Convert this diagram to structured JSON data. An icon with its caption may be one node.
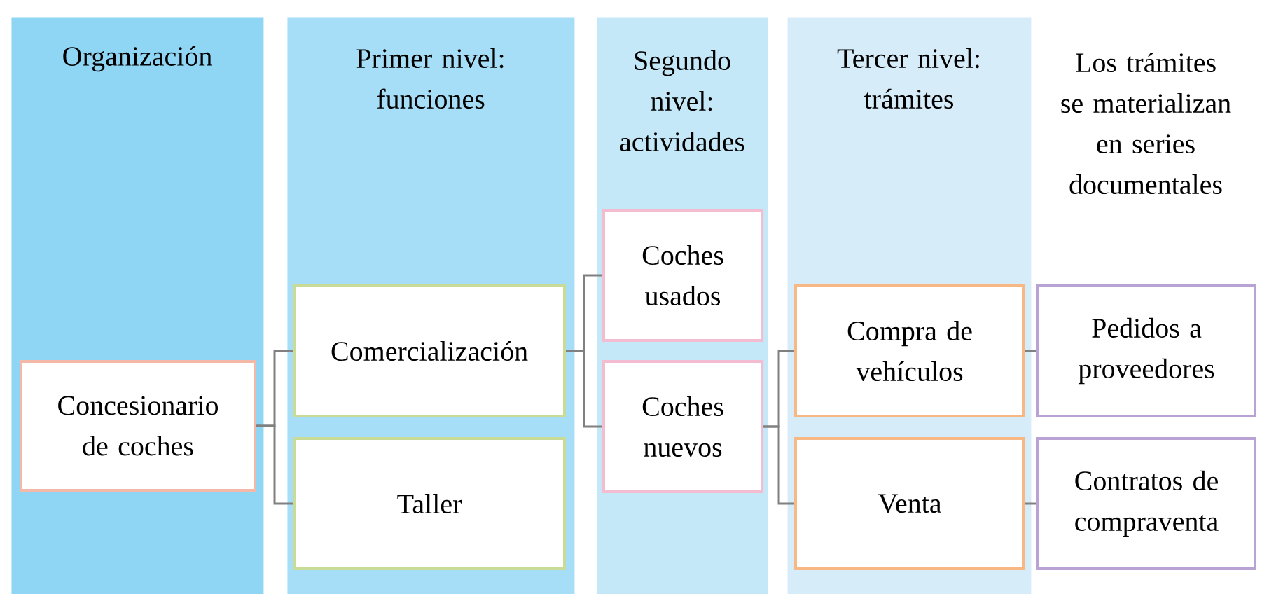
{
  "diagram": {
    "nodes": [
      {
        "text": [
          "Organización"
        ]
      },
      {
        "text": [
          "Primer nivel: funciones"
        ]
      },
      {
        "text": [
          "Segundo nivel: actividades"
        ]
      },
      {
        "text": [
          "Tercer nivel: trámites"
        ]
      },
      {
        "text": [
          "Concesionario de coches"
        ],
        "in": 0
      },
      {
        "text": [
          "Comercialización"
        ],
        "in": 1
      },
      {
        "text": [
          "Taller"
        ],
        "in": 1
      },
      {
        "text": [
          "Coches usados"
        ],
        "in": 2
      },
      {
        "text": [
          "Coches nuevos"
        ],
        "in": 2
      },
      {
        "text": [
          "Compra de vehículos"
        ],
        "in": 3
      },
      {
        "text": [
          "Venta"
        ],
        "in": 3
      },
      {
        "text": [
          "Pedidos a proveedores"
        ]
      },
      {
        "text": [
          "Contratos de compraventa"
        ]
      }
    ],
    "edges": [
      {
        "from": 4,
        "to": 5,
        "arrow": "none"
      },
      {
        "from": 4,
        "to": 6,
        "arrow": "none"
      },
      {
        "from": 5,
        "to": 7,
        "arrow": "none"
      },
      {
        "from": 5,
        "to": 8,
        "arrow": "none"
      },
      {
        "from": 8,
        "to": 9,
        "arrow": "none"
      },
      {
        "from": 8,
        "to": 10,
        "arrow": "none"
      },
      {
        "from": 9,
        "to": 11,
        "arrow": "none"
      },
      {
        "from": 10,
        "to": 12,
        "arrow": "none"
      }
    ],
    "labels": [
      "Los trámites se materializan en series documentales"
    ]
  }
}
